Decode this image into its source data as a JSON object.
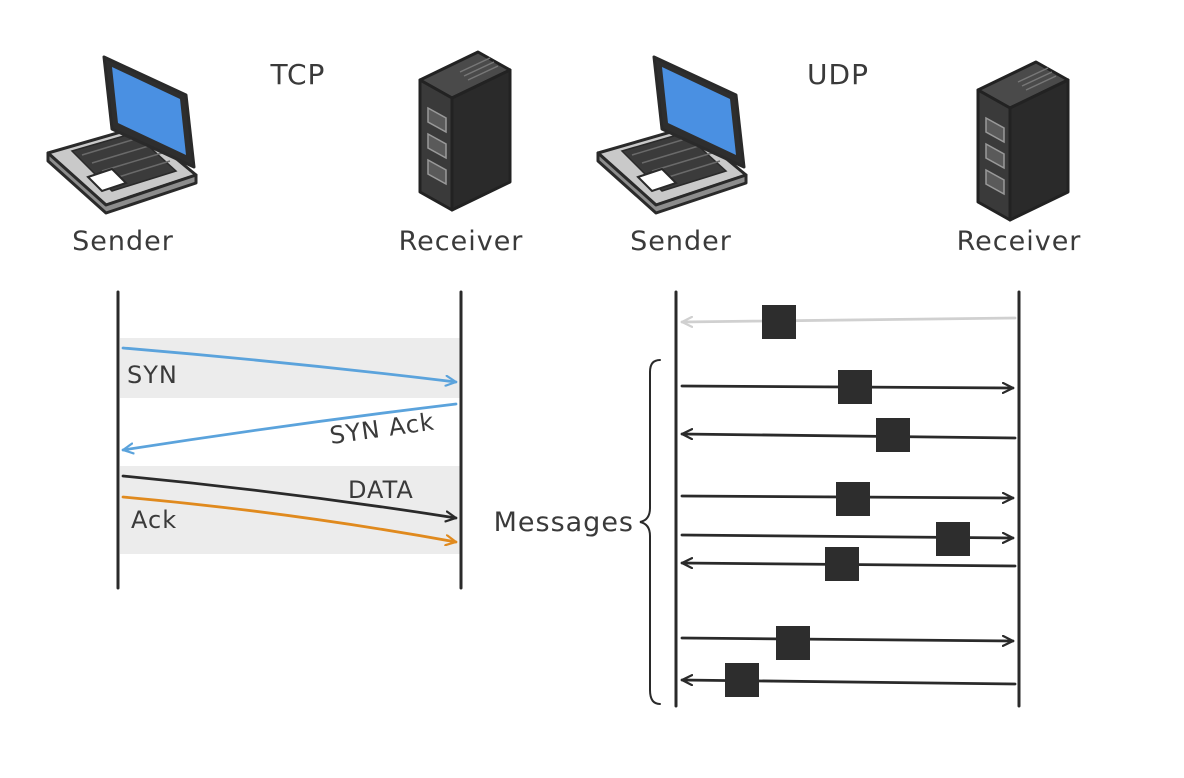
{
  "tcp": {
    "title": "TCP",
    "sender_label": "Sender",
    "receiver_label": "Receiver",
    "messages": [
      {
        "label": "SYN",
        "direction": "sender-to-receiver",
        "color": "#5ba3dc"
      },
      {
        "label": "SYN Ack",
        "direction": "receiver-to-sender",
        "color": "#5ba3dc"
      },
      {
        "label": "DATA",
        "direction": "sender-to-receiver",
        "color": "#2a2a2a"
      },
      {
        "label": "Ack",
        "direction": "sender-to-receiver",
        "color": "#e08a1e"
      }
    ]
  },
  "udp": {
    "title": "UDP",
    "sender_label": "Sender",
    "receiver_label": "Receiver",
    "group_label": "Messages",
    "packet_color": "#2d2d2d",
    "faded_color": "#d0d0d0"
  },
  "icons": {
    "sender": "laptop-icon",
    "receiver": "server-icon"
  },
  "colors": {
    "band": "#ececec",
    "lifeline": "#2a2a2a"
  }
}
